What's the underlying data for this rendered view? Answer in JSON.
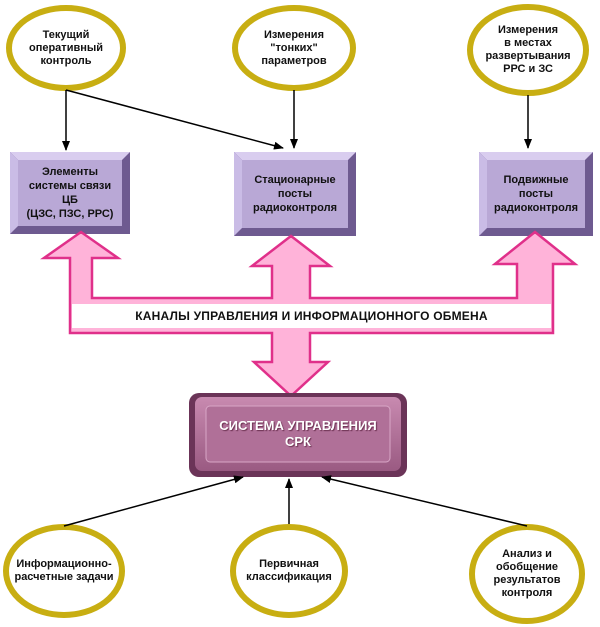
{
  "top_sources": [
    {
      "id": "current-control",
      "label": "Текущий\nоперативный\nконтроль"
    },
    {
      "id": "fine-params",
      "label": "Измерения\n\"тонких\"\nпараметров"
    },
    {
      "id": "deploy-measure",
      "label": "Измерения\nв местах\nразвертывания\nРРС и ЗС"
    }
  ],
  "middle_boxes": [
    {
      "id": "comm-elements",
      "label": "Элементы\nсистемы связи\nЦБ\n(ЦЗС, ПЗС, РРС)"
    },
    {
      "id": "stationary-posts",
      "label": "Стационарные\nпосты\nрадиоконтроля"
    },
    {
      "id": "mobile-posts",
      "label": "Подвижные\nпосты\nрадиоконтроля"
    }
  ],
  "channel": {
    "label": "КАНАЛЫ УПРАВЛЕНИЯ И ИНФОРМАЦИОННОГО ОБМЕНА"
  },
  "control_system": {
    "label": "СИСТЕМА УПРАВЛЕНИЯ\nСРК"
  },
  "bottom_tasks": [
    {
      "id": "info-calc",
      "label": "Информационно-\nрасчетные задачи"
    },
    {
      "id": "primary-class",
      "label": "Первичная\nклассификация"
    },
    {
      "id": "analysis",
      "label": "Анализ и\nобобщение\nрезультатов\nконтроля"
    }
  ],
  "colors": {
    "ellipse_ring": "#c8ae12",
    "box_face": "#b9a8d6",
    "box_bevel": "#6e5a90",
    "channel_fill": "#ffb3d9",
    "channel_stroke": "#e0308a",
    "center_fill": "#b07098"
  }
}
